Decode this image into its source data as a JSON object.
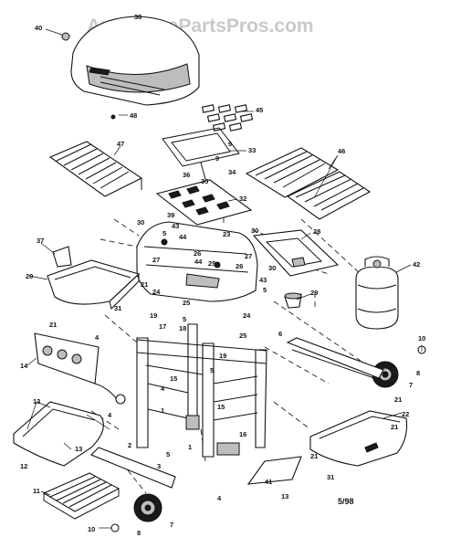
{
  "watermark": "AppliancePartsPros.com",
  "date_code": "5/98",
  "callouts": [
    {
      "id": "c38",
      "text": "38"
    },
    {
      "id": "c40",
      "text": "40"
    },
    {
      "id": "c48",
      "text": "48"
    },
    {
      "id": "c45",
      "text": "45"
    },
    {
      "id": "c9a",
      "text": "9"
    },
    {
      "id": "c33",
      "text": "33"
    },
    {
      "id": "c36",
      "text": "36"
    },
    {
      "id": "c34",
      "text": "34"
    },
    {
      "id": "c35",
      "text": "35"
    },
    {
      "id": "c47",
      "text": "47"
    },
    {
      "id": "c46",
      "text": "46"
    },
    {
      "id": "c32",
      "text": "32"
    },
    {
      "id": "c39",
      "text": "39"
    },
    {
      "id": "c30a",
      "text": "30"
    },
    {
      "id": "c43a",
      "text": "43"
    },
    {
      "id": "c5a",
      "text": "5"
    },
    {
      "id": "c44a",
      "text": "44"
    },
    {
      "id": "c23",
      "text": "23"
    },
    {
      "id": "c30b",
      "text": "30"
    },
    {
      "id": "c28",
      "text": "28"
    },
    {
      "id": "c37",
      "text": "37"
    },
    {
      "id": "c26",
      "text": "26"
    },
    {
      "id": "c27a",
      "text": "27"
    },
    {
      "id": "c44b",
      "text": "44"
    },
    {
      "id": "c25a",
      "text": "25"
    },
    {
      "id": "c27b",
      "text": "27"
    },
    {
      "id": "c26b",
      "text": "26"
    },
    {
      "id": "c30c",
      "text": "30"
    },
    {
      "id": "c43b",
      "text": "43"
    },
    {
      "id": "c5b",
      "text": "5"
    },
    {
      "id": "c42",
      "text": "42"
    },
    {
      "id": "c20",
      "text": "20"
    },
    {
      "id": "c21a",
      "text": "21"
    },
    {
      "id": "c24a",
      "text": "24"
    },
    {
      "id": "c25b",
      "text": "25"
    },
    {
      "id": "c29",
      "text": "29"
    },
    {
      "id": "c31a",
      "text": "31"
    },
    {
      "id": "c21b",
      "text": "21"
    },
    {
      "id": "c19a",
      "text": "19"
    },
    {
      "id": "c17",
      "text": "17"
    },
    {
      "id": "c18",
      "text": "18"
    },
    {
      "id": "c24b",
      "text": "24"
    },
    {
      "id": "c25c",
      "text": "25"
    },
    {
      "id": "c4a",
      "text": "4"
    },
    {
      "id": "c14",
      "text": "14"
    },
    {
      "id": "c19b",
      "text": "19"
    },
    {
      "id": "c15a",
      "text": "15"
    },
    {
      "id": "c15b",
      "text": "15"
    },
    {
      "id": "c5c",
      "text": "5"
    },
    {
      "id": "c10a",
      "text": "10"
    },
    {
      "id": "c8a",
      "text": "8"
    },
    {
      "id": "c7a",
      "text": "7"
    },
    {
      "id": "c4b",
      "text": "4"
    },
    {
      "id": "c13a",
      "text": "13"
    },
    {
      "id": "c1a",
      "text": "1"
    },
    {
      "id": "c4c",
      "text": "4"
    },
    {
      "id": "c13b",
      "text": "13"
    },
    {
      "id": "c2",
      "text": "2"
    },
    {
      "id": "c5d",
      "text": "5"
    },
    {
      "id": "c1b",
      "text": "1"
    },
    {
      "id": "c16",
      "text": "16"
    },
    {
      "id": "c21c",
      "text": "21"
    },
    {
      "id": "c22",
      "text": "22"
    },
    {
      "id": "c12",
      "text": "12"
    },
    {
      "id": "c3",
      "text": "3"
    },
    {
      "id": "c11",
      "text": "11"
    },
    {
      "id": "c10b",
      "text": "10"
    },
    {
      "id": "c8b",
      "text": "8"
    },
    {
      "id": "c7b",
      "text": "7"
    },
    {
      "id": "c4d",
      "text": "4"
    },
    {
      "id": "c41",
      "text": "41"
    },
    {
      "id": "c13c",
      "text": "13"
    },
    {
      "id": "c31b",
      "text": "31"
    },
    {
      "id": "c21d",
      "text": "21"
    },
    {
      "id": "c6",
      "text": "6"
    },
    {
      "id": "c9b",
      "text": "9"
    },
    {
      "id": "c5e",
      "text": "5"
    },
    {
      "id": "c21e",
      "text": "21"
    }
  ]
}
